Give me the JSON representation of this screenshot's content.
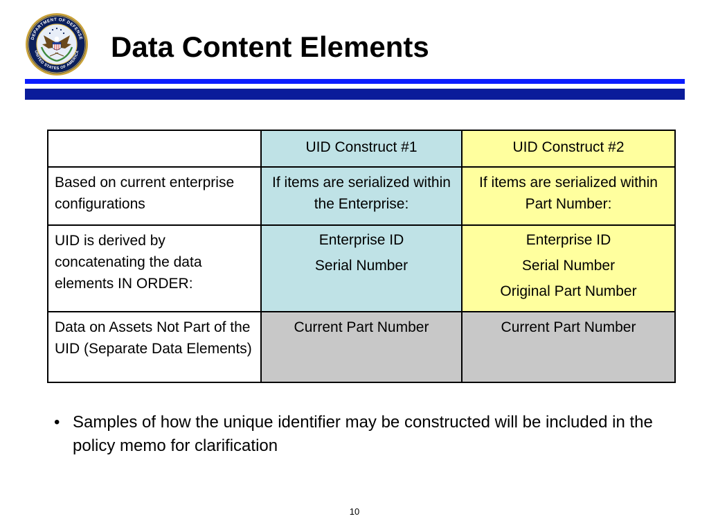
{
  "header": {
    "seal_icon": "department-of-defense-seal-icon",
    "seal_text": "DEPARTMENT OF DEFENSE · UNITED STATES OF AMERICA",
    "title": "Data Content Elements",
    "rule_colors": {
      "thin": "#0a1cff",
      "thick": "#0a1c9a"
    }
  },
  "table": {
    "columns": [
      "",
      "UID Construct #1",
      "UID Construct #2"
    ],
    "column_colors": {
      "construct_1": "#bfe2e6",
      "construct_2": "#ffff9e",
      "not_part_of_uid": "#c8c8c8"
    },
    "rows": [
      {
        "label": "Based on current enterprise configurations",
        "construct_1": "If items are serialized within the Enterprise:",
        "construct_2": "If items are serialized within Part Number:"
      },
      {
        "label": "UID is derived by concatenating the data elements IN ORDER:",
        "construct_1": [
          "Enterprise ID",
          "Serial Number"
        ],
        "construct_2": [
          "Enterprise ID",
          "Serial Number",
          "Original Part Number"
        ]
      },
      {
        "label": "Data on Assets Not Part of the UID (Separate Data Elements)",
        "construct_1": "Current Part Number",
        "construct_2": "Current Part Number"
      }
    ]
  },
  "bullets": [
    "Samples of how the unique identifier may be constructed will be included in the policy memo for clarification"
  ],
  "footer": {
    "page_number": "10"
  }
}
